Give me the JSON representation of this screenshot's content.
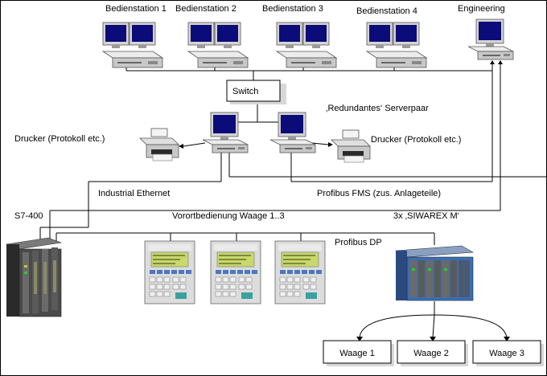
{
  "labels": {
    "station1": "Bedienstation 1",
    "station2": "Bedienstation 2",
    "station3": "Bedienstation 3",
    "station4": "Bedienstation 4",
    "engineering": "Engineering",
    "switch": "Switch",
    "server_pair": "‚Redundantes‘ Serverpaar",
    "printer_left": "Drucker (Protokoll etc.)",
    "printer_right": "Drucker (Protokoll etc.)",
    "industrial_ethernet": "Industrial Ethernet",
    "profibus_fms": "Profibus FMS (zus. Anlageteile)",
    "s7_400": "S7-400",
    "local_operation": "Vorortbedienung Waage 1..3",
    "siwarex": "3x ‚SIWAREX M‘",
    "profibus_dp": "Profibus DP",
    "scale1": "Waage 1",
    "scale2": "Waage 2",
    "scale3": "Waage 3"
  },
  "colors": {
    "monitor_screen": "#0b0b7a",
    "device_gray": "#c8c8c8",
    "plc_dark": "#3a3a3a",
    "siwarex_blue": "#3a6fb0",
    "panel_display": "#c8d86a",
    "panel_key_blue": "#4a78c0",
    "lines": "#000000"
  },
  "icons": {
    "workstation": "desktop-computer-icon",
    "printer": "printer-icon",
    "plc": "plc-rack-icon",
    "operator_panel": "operator-panel-icon"
  }
}
